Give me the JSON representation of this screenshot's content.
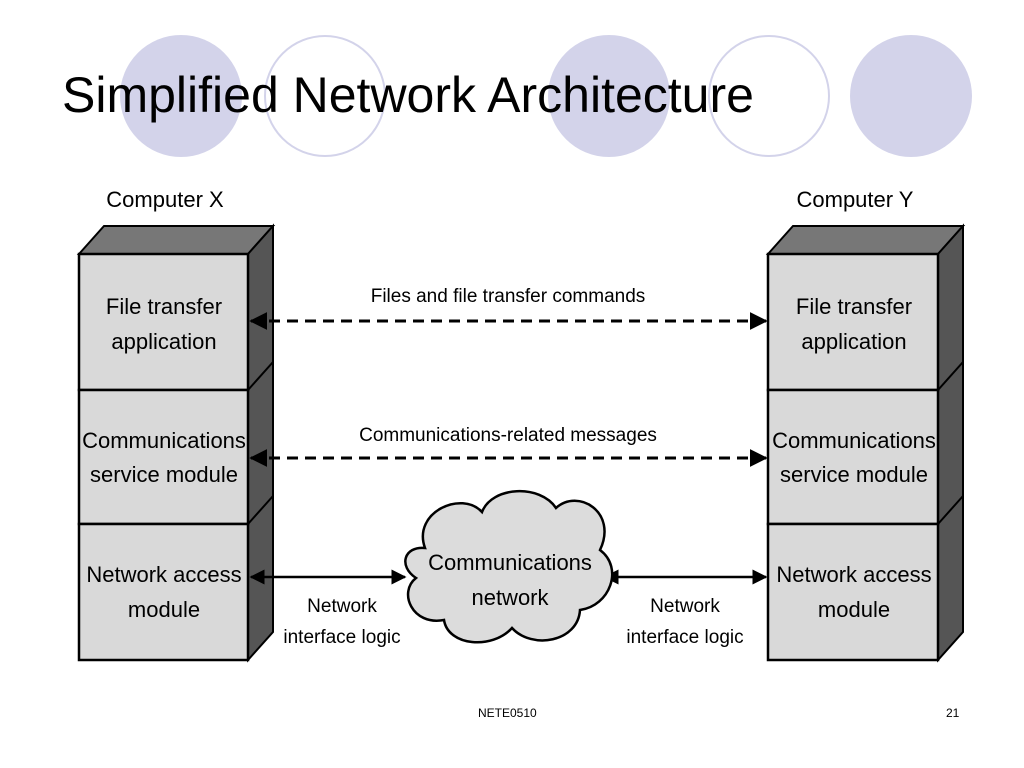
{
  "slide": {
    "title": "Simplified Network Architecture",
    "footer_center": "NETE0510",
    "page_number": "21"
  },
  "diagram": {
    "computer_x": {
      "label": "Computer X",
      "layers": [
        [
          "File transfer",
          "application"
        ],
        [
          "Communications",
          "service module"
        ],
        [
          "Network access",
          "module"
        ]
      ]
    },
    "computer_y": {
      "label": "Computer Y",
      "layers": [
        [
          "File transfer",
          "application"
        ],
        [
          "Communications",
          "service module"
        ],
        [
          "Network access",
          "module"
        ]
      ]
    },
    "links": {
      "file_transfer": "Files and file transfer commands",
      "communications": "Communications-related messages"
    },
    "network": {
      "label": [
        "Communications",
        "network"
      ],
      "left_interface": [
        "Network",
        "interface logic"
      ],
      "right_interface": [
        "Network",
        "interface logic"
      ]
    }
  },
  "colors": {
    "box_fill": "#d9d9d9",
    "side_fill": "#555555",
    "top_fill": "#777777",
    "cloud_fill": "#dcdcdc",
    "decor_circle": "#d3d3ea"
  }
}
